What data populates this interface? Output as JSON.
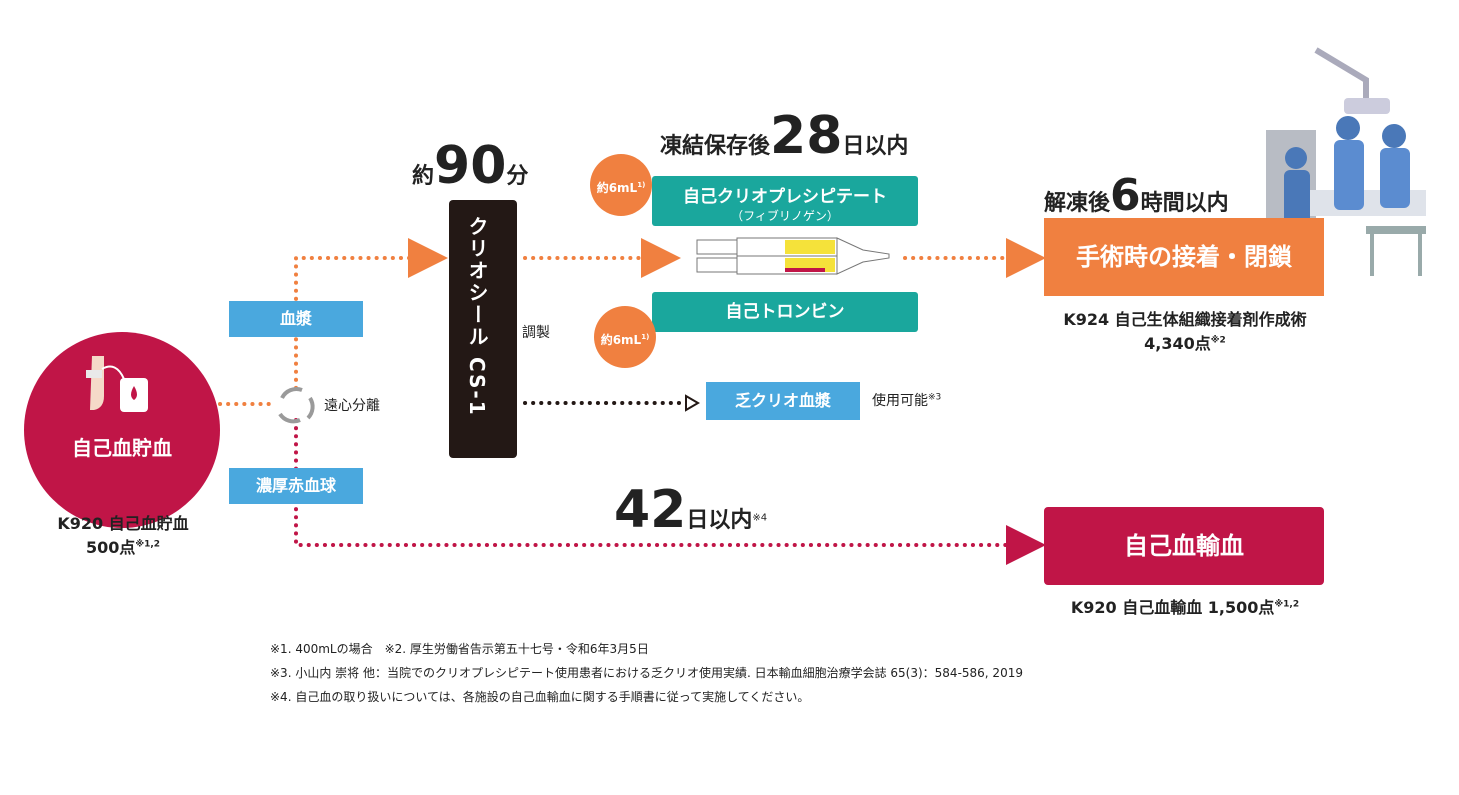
{
  "blood_storage": {
    "label": "自己血貯血",
    "caption": "K920 自己血貯血",
    "points": "500点",
    "points_note": "※1,2"
  },
  "separation": {
    "plasma": "血漿",
    "centrifuge": "遠心分離",
    "rbc": "濃厚赤血球"
  },
  "cryo_time": {
    "prefix": "約",
    "number": "90",
    "unit": "分"
  },
  "cryo_device": {
    "name": "クリオシール CS-1",
    "prepare": "調製"
  },
  "frozen": {
    "prefix": "凍結保存後",
    "number": "28",
    "suffix": "日以内"
  },
  "cryo_product": {
    "title": "自己クリオプレシピテート",
    "subtitle": "（フィブリノゲン）",
    "volume": "約6mL",
    "volume_note": "1)"
  },
  "thrombin": {
    "title": "自己トロンビン",
    "volume": "約6mL",
    "volume_note": "1)"
  },
  "poor_plasma": {
    "label": "乏クリオ血漿",
    "usable": "使用可能",
    "usable_note": "※3"
  },
  "thaw": {
    "prefix": "解凍後",
    "number": "6",
    "suffix": "時間以内"
  },
  "surgery": {
    "label": "手術時の接着・閉鎖",
    "caption1": "K924 自己生体組織接着剤作成術",
    "caption2": "4,340点",
    "caption2_note": "※2"
  },
  "transfusion_time": {
    "number": "42",
    "suffix": "日以内",
    "note": "※4"
  },
  "transfusion": {
    "label": "自己血輸血",
    "caption": "K920 自己血輸血 1,500点",
    "caption_note": "※1,2"
  },
  "notes": [
    "※1. 400mLの場合　※2. 厚生労働省告示第五十七号・令和6年3月5日",
    "※3. 小山内 崇将 他：当院でのクリオプレシピテート使用患者における乏クリオ使用実績.  日本輸血細胞治療学会誌 65(3)：584-586, 2019",
    "※4. 自己血の取り扱いについては、各施設の自己血輸血に関する手順書に従って実施してください。"
  ],
  "colors": {
    "blood": "#c01547",
    "orange": "#f08040",
    "blue": "#4aa8de",
    "teal": "#1aa79d",
    "dark": "#231815"
  }
}
